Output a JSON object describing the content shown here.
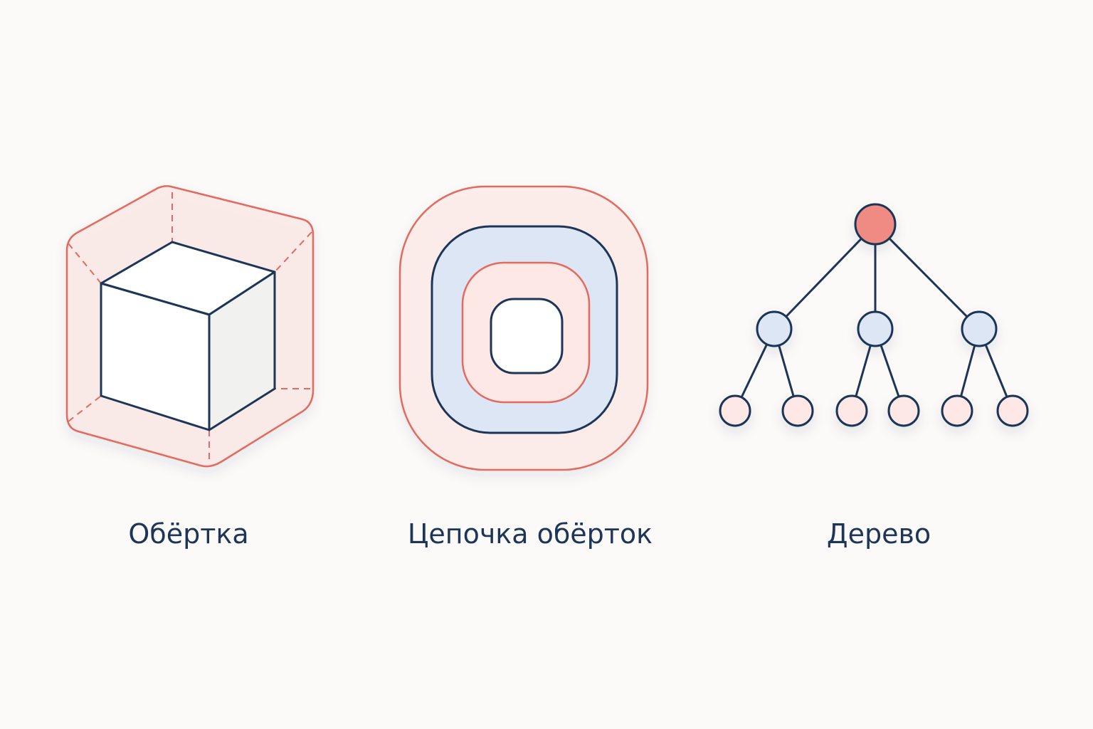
{
  "colors": {
    "background": "#fcfaf8",
    "navy_stroke": "#1d3557",
    "coral_stroke": "#e46a5e",
    "coral_fill_light": "#fde8e5",
    "coral_fill_root": "#ef8b83",
    "blue_fill": "#dce6f4",
    "cube_side": "#f1f1ef",
    "white": "#ffffff"
  },
  "figures": [
    {
      "id": "wrapper",
      "caption": "Обёртка",
      "icon": "wrapped-cube-icon"
    },
    {
      "id": "chain",
      "caption": "Цепочка обёрток",
      "icon": "nested-wrappers-icon"
    },
    {
      "id": "tree",
      "caption": "Дерево",
      "icon": "tree-icon"
    }
  ],
  "tree": {
    "root_color": "#ef8b83",
    "level1_count": 3,
    "children_per_node": 2
  }
}
